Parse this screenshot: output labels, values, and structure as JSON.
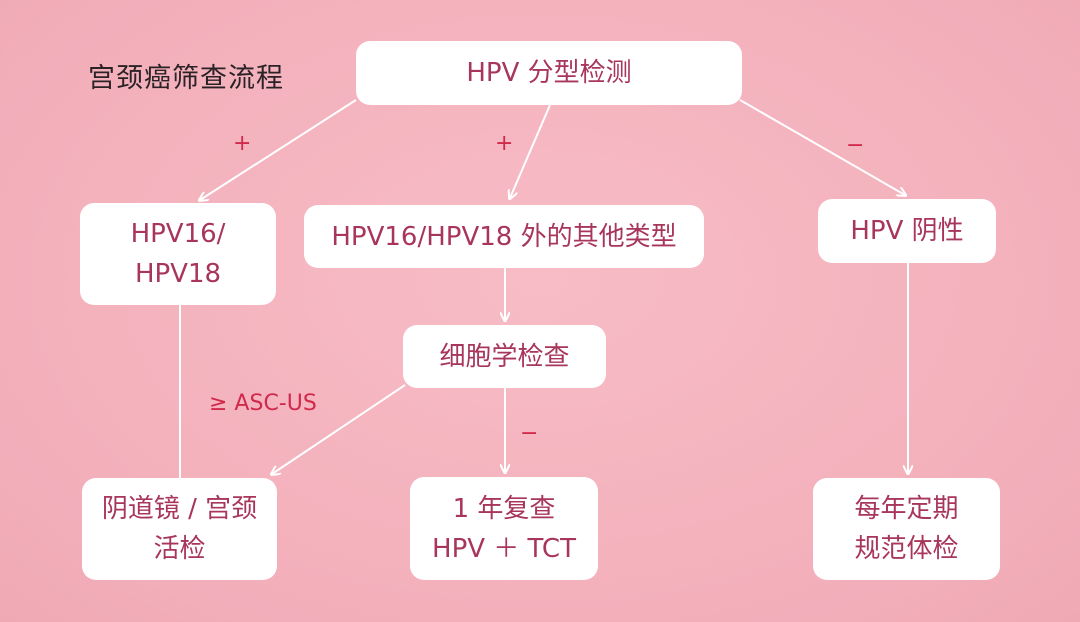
{
  "title": "宫颈癌筛查流程",
  "nodes": {
    "hpv_typing": "HPV 分型检测",
    "hpv16_18": [
      "HPV16/",
      "HPV18"
    ],
    "other_types": "HPV16/HPV18 外的其他类型",
    "hpv_negative": "HPV 阴性",
    "cytology": "细胞学检查",
    "colposcopy": [
      "阴道镜 / 宫颈",
      "活检"
    ],
    "recheck": [
      "1 年复查",
      "HPV ＋ TCT"
    ],
    "annual": [
      "每年定期",
      "规范体检"
    ]
  },
  "edge_labels": {
    "to_hpv16_18": "+",
    "to_other_types": "+",
    "to_negative": "−",
    "cytology_positive": "≥ ASC-US",
    "cytology_negative": "−"
  },
  "colors": {
    "background": "#f4b6c0",
    "node_fill": "#ffffff",
    "node_text": "#a8365b",
    "edge_label": "#d0294c",
    "arrow": "#ffffff"
  }
}
